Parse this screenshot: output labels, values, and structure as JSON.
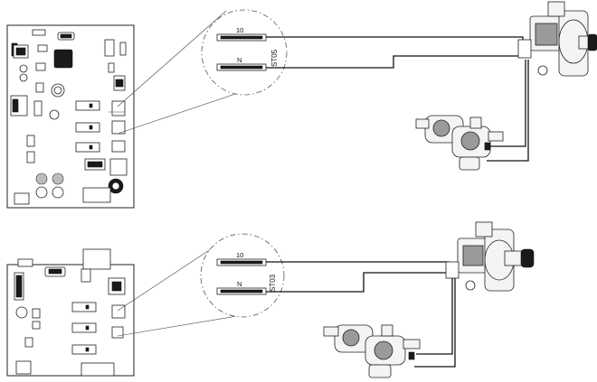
{
  "diagram_top": {
    "connector_pin_top": "10",
    "connector_pin_bottom": "N",
    "connector_name": "ST05"
  },
  "diagram_bottom": {
    "connector_pin_top": "10",
    "connector_pin_bottom": "N",
    "connector_name": "ST03"
  },
  "colors": {
    "line": "#111111",
    "background": "#ffffff"
  }
}
